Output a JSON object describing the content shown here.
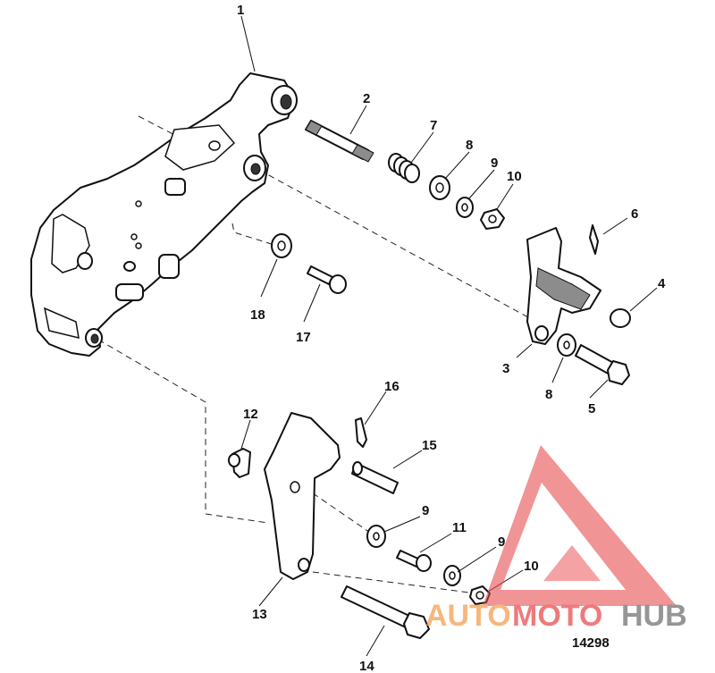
{
  "diagram": {
    "callouts": {
      "c1": "1",
      "c2": "2",
      "c3": "3",
      "c4": "4",
      "c5": "5",
      "c6": "6",
      "c7": "7",
      "c8a": "8",
      "c8b": "8",
      "c9a": "9",
      "c9b": "9",
      "c9c": "9",
      "c10a": "10",
      "c10b": "10",
      "c11": "11",
      "c12": "12",
      "c13": "13",
      "c14": "14",
      "c15": "15",
      "c16": "16",
      "c17": "17",
      "c18": "18"
    },
    "figure_number": "14298"
  },
  "watermark": {
    "part1": "AUTO",
    "part2": "MOTO",
    "part3": "HUB",
    "colors": {
      "accent": "#f39c4a",
      "brand_red": "#e8474a",
      "hub": "#6e6e6e"
    }
  }
}
